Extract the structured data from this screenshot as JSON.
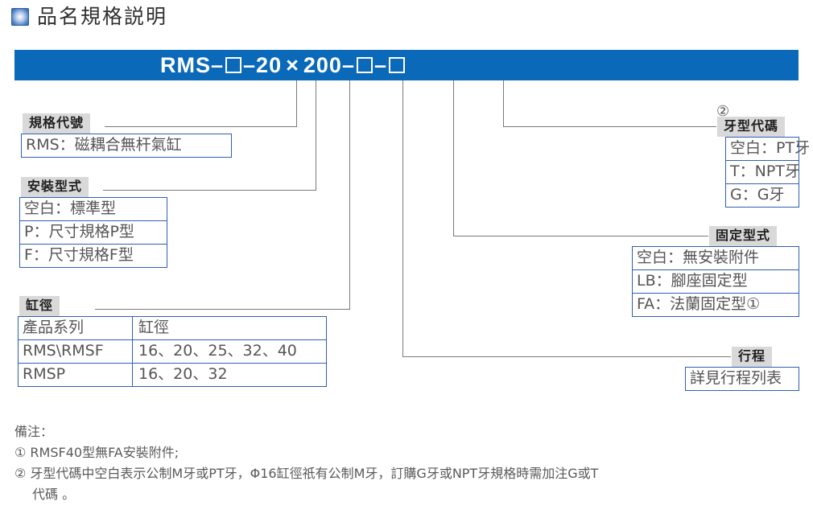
{
  "page": {
    "title": "品名規格説明",
    "title_icon": "blue-square-icon"
  },
  "model": {
    "prefix": "RMS",
    "dash": "–",
    "bore": "20",
    "times": "×",
    "stroke": "200",
    "box_placeholder": "□",
    "full_code": "RMS-□-20×200-□-□"
  },
  "colors": {
    "header_blue": "#0a69b8",
    "box_border": "#2f5fb5",
    "tag_bg": "#d9d9d9",
    "leader": "#7a7a7a"
  },
  "left_sections": [
    {
      "tag": "規格代號",
      "rows": [
        "RMS：磁耦合無杆氣缸"
      ]
    },
    {
      "tag": "安裝型式",
      "rows": [
        "空白：標準型",
        "P：尺寸規格P型",
        "F：尺寸規格F型"
      ]
    }
  ],
  "bore_section": {
    "tag": "缸徑",
    "headers": [
      "產品系列",
      "缸徑"
    ],
    "rows": [
      [
        "RMS\\RMSF",
        "16、20、25、32、40"
      ],
      [
        "RMSP",
        "16、20、32"
      ]
    ]
  },
  "right_sections": [
    {
      "tag": "牙型代碼",
      "mark": "②",
      "rows": [
        "空白：PT牙",
        "T：NPT牙",
        "G：G牙"
      ]
    },
    {
      "tag": "固定型式",
      "rows": [
        "空白：無安裝附件",
        "LB：腳座固定型",
        "FA：法蘭固定型①"
      ]
    },
    {
      "tag": "行程",
      "rows": [
        "詳見行程列表"
      ]
    }
  ],
  "notes": {
    "heading": "備注：",
    "items": [
      "① RMSF40型無FA安裝附件;",
      "② 牙型代碼中空白表示公制M牙或PT牙，Φ16缸徑祇有公制M牙，訂購G牙或NPT牙規格時需加注G或T",
      "代碼 。"
    ]
  }
}
